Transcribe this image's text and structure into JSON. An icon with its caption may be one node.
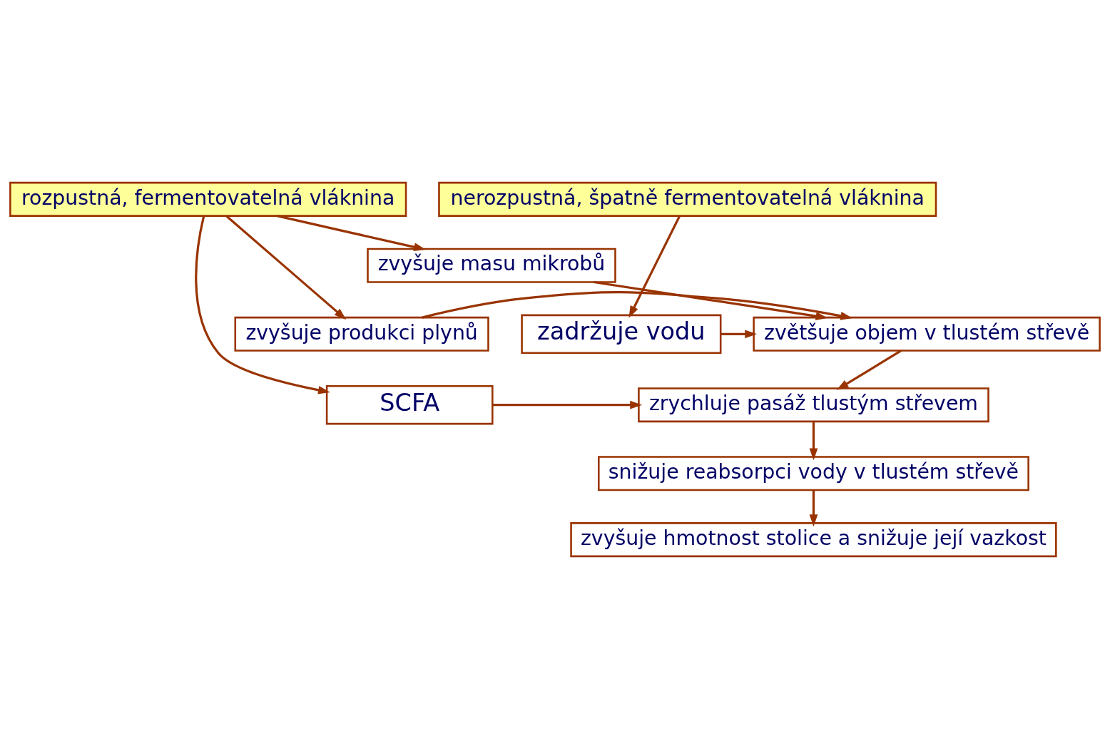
{
  "diagram": {
    "nodes": [
      {
        "text": [
          "rozpustná, fermentovatelná vláknina"
        ]
      },
      {
        "text": [
          "nerozpustná, špatně fermentovatelná vláknina"
        ]
      },
      {
        "text": [
          "zvyšuje masu mikrobů"
        ]
      },
      {
        "text": [
          "zvyšuje produkci plynů"
        ]
      },
      {
        "text": [
          "zvětšuje objem v tlustém střevě"
        ]
      },
      {
        "text": [
          "zadržuje vodu"
        ]
      },
      {
        "text": [
          "SCFA"
        ]
      },
      {
        "text": [
          "zrychluje pasáž tlustým střevem"
        ]
      },
      {
        "text": [
          "snižuje reabsorpci vody v tlustém střevě"
        ]
      },
      {
        "text": [
          "zvyšuje hmotnost stolice a snižuje její vazkost"
        ]
      }
    ],
    "edges": [
      {
        "from": 0,
        "to": 6,
        "arrow": "to"
      },
      {
        "from": 0,
        "to": 3,
        "arrow": "to"
      },
      {
        "from": 0,
        "to": 2,
        "arrow": "to"
      },
      {
        "from": 1,
        "to": 5,
        "arrow": "to"
      },
      {
        "from": 2,
        "to": 4,
        "arrow": "to"
      },
      {
        "from": 3,
        "to": 4,
        "arrow": "to"
      },
      {
        "from": 5,
        "to": 4,
        "arrow": "to"
      },
      {
        "from": 4,
        "to": 7,
        "arrow": "to"
      },
      {
        "from": 6,
        "to": 7,
        "arrow": "to"
      },
      {
        "from": 7,
        "to": 8,
        "arrow": "to"
      },
      {
        "from": 8,
        "to": 9,
        "arrow": "to"
      }
    ]
  }
}
